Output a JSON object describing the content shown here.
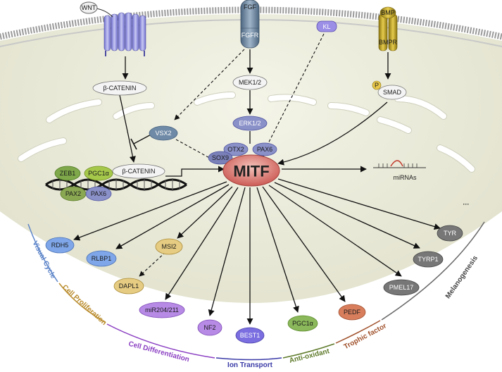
{
  "receptors": {
    "wnt": "WNT",
    "fgf": "FGF",
    "fgfr": "FGFR",
    "kl": "KL",
    "bmp": "BMP",
    "bmpr": "BMPR"
  },
  "signaling": {
    "b_catenin_top": "β-CATENIN",
    "b_catenin_nuc": "β-CATENIN",
    "mek": "MEK1/2",
    "erk": "ERK1/2",
    "vsx2": "VSX2",
    "p": "P",
    "smad": "SMAD"
  },
  "cofactors": {
    "zeb1": "ZEB1",
    "pgc1a": "PGC1α",
    "pax2": "PAX2",
    "pax6": "PAX6",
    "otx2": "OTX2",
    "pax6_b": "PAX6",
    "sox9": "SOX9"
  },
  "center": {
    "mitf": "MITF",
    "mirnas": "miRNAs"
  },
  "targets": {
    "rdh5": "RDH5",
    "rlbp1": "RLBP1",
    "msi2": "MSI2",
    "dapl1": "DAPL1",
    "mir204": "miR204/211",
    "nf2": "NF2",
    "best1": "BEST1",
    "pgc1a": "PGC1α",
    "pedf": "PEDF",
    "pmel17": "PMEL17",
    "tyrp1": "TYRP1",
    "tyr": "TYR",
    "ellipsis": "···"
  },
  "categories": {
    "visual_cycle": "Visual Cycle",
    "cell_proliferation": "Cell Proliferation",
    "cell_differentiation": "Cell Differentiation",
    "ion_transport": "Ion Transport",
    "anti_oxidant": "Anti-oxidant",
    "trophic_factor": "Trophic factor",
    "melanogenesis": "Melanogenesis"
  },
  "colors": {
    "cytoplasm": "#e8e8d6",
    "membrane": "#b8b8b8",
    "mitf": "#d0625c",
    "visual_cycle": "#5b83c8",
    "cell_proliferation": "#b88a2a",
    "cell_differentiation": "#8a3fc2",
    "ion_transport": "#3a3aa8",
    "anti_oxidant": "#5e7a2a",
    "trophic_factor": "#a0502a",
    "melanogenesis": "#666666"
  }
}
